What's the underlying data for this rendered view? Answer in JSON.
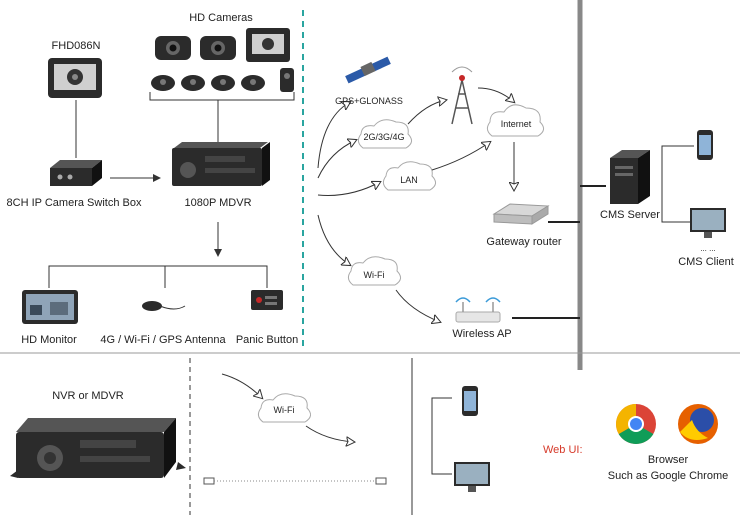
{
  "labels": {
    "hd_cameras": "HD Cameras",
    "fhd086n": "FHD086N",
    "switch_box": "8CH IP Camera Switch Box",
    "mdvr_1080p": "1080P MDVR",
    "hd_monitor": "HD Monitor",
    "antenna": "4G / Wi-Fi / GPS Antenna",
    "panic_button": "Panic Button",
    "gps": "GPS+GLONASS",
    "cell": "2G/3G/4G",
    "lan": "LAN",
    "internet": "Internet",
    "wifi_top": "Wi-Fi",
    "gateway": "Gateway router",
    "wireless_ap": "Wireless AP",
    "cms_server": "CMS Server",
    "cms_client": "CMS Client",
    "client_dots": "... ...",
    "nvr": "NVR or MDVR",
    "wifi_bottom": "Wi-Fi",
    "web_ui": "Web UI:",
    "browser": "Browser",
    "browser_sub": "Such as Google Chrome"
  },
  "colors": {
    "accent_dashed": "#2aa5a0",
    "web_ui": "#d63a2a",
    "line": "#333333",
    "device": "#2b2b2b"
  },
  "icons": [
    "camera-icon",
    "satellite-icon",
    "tower-icon",
    "cloud-icon",
    "router-icon",
    "server-icon",
    "phone-icon",
    "monitor-icon",
    "chrome-icon",
    "firefox-icon"
  ]
}
